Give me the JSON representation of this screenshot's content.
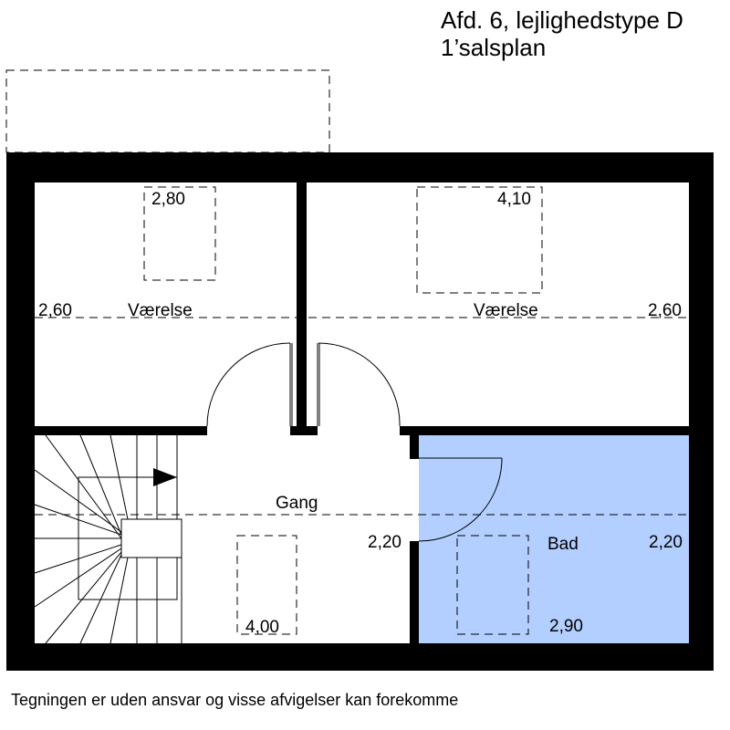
{
  "title": {
    "line1": "Afd. 6, lejlighedstype D",
    "line2": "1’salsplan"
  },
  "rooms": [
    {
      "name": "Værelse",
      "dims": {
        "width": "2,80",
        "height": "2,60"
      }
    },
    {
      "name": "Værelse",
      "dims": {
        "width": "4,10",
        "height": "2,60"
      }
    },
    {
      "name": "Gang",
      "dims": {
        "width": "4,00",
        "height": "2,20"
      }
    },
    {
      "name": "Bad",
      "dims": {
        "width": "2,90",
        "height": "2,20"
      }
    }
  ],
  "colors": {
    "wall": "#000000",
    "bathroom_fill": "#b3cfff"
  },
  "footer": "Tegningen er uden ansvar og visse afvigelser kan forekomme"
}
